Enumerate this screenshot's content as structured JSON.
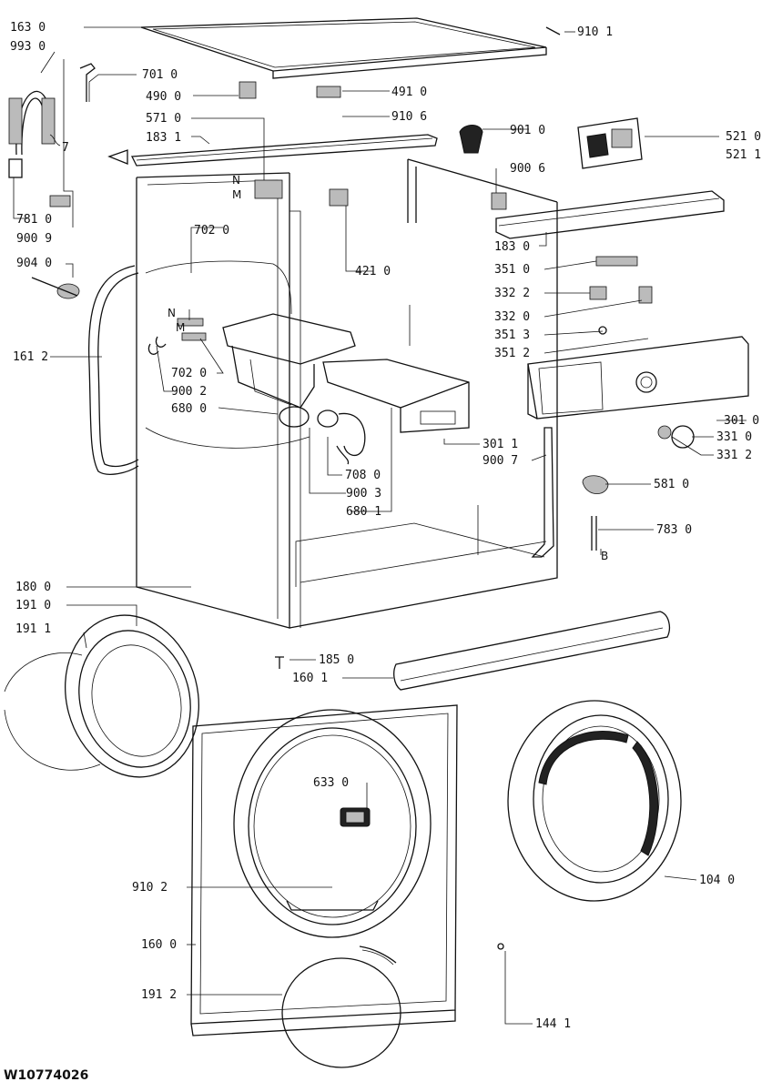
{
  "document_code": "W10774026",
  "callouts": [
    {
      "id": "p163-0",
      "text": "163 0"
    },
    {
      "id": "p993-0",
      "text": "993 0"
    },
    {
      "id": "p7",
      "text": "7"
    },
    {
      "id": "p781-0",
      "text": "781 0"
    },
    {
      "id": "p900-9",
      "text": "900 9"
    },
    {
      "id": "p904-0",
      "text": "904 0"
    },
    {
      "id": "p701-0",
      "text": "701 0"
    },
    {
      "id": "p490-0",
      "text": "490 0"
    },
    {
      "id": "p571-0",
      "text": "571 0"
    },
    {
      "id": "p183-1",
      "text": "183 1"
    },
    {
      "id": "p491-0",
      "text": "491 0"
    },
    {
      "id": "p910-6",
      "text": "910 6"
    },
    {
      "id": "p910-1",
      "text": "910 1"
    },
    {
      "id": "p901-0",
      "text": "901 0"
    },
    {
      "id": "p900-6",
      "text": "900 6"
    },
    {
      "id": "p521-0",
      "text": "521 0"
    },
    {
      "id": "p521-1",
      "text": "521 1"
    },
    {
      "id": "p183-0",
      "text": "183 0"
    },
    {
      "id": "p351-0",
      "text": "351 0"
    },
    {
      "id": "p332-2",
      "text": "332 2"
    },
    {
      "id": "p332-0",
      "text": "332 0"
    },
    {
      "id": "p351-3",
      "text": "351 3"
    },
    {
      "id": "p351-2",
      "text": "351 2"
    },
    {
      "id": "p421-0",
      "text": "421 0"
    },
    {
      "id": "p702-0a",
      "text": "702 0"
    },
    {
      "id": "p702-0b",
      "text": "702 0"
    },
    {
      "id": "p900-2",
      "text": "900 2"
    },
    {
      "id": "p680-0",
      "text": "680 0"
    },
    {
      "id": "p161-2",
      "text": "161 2"
    },
    {
      "id": "p301-0",
      "text": "301 0"
    },
    {
      "id": "p331-0",
      "text": "331 0"
    },
    {
      "id": "p331-2",
      "text": "331 2"
    },
    {
      "id": "p301-1",
      "text": "301 1"
    },
    {
      "id": "p900-7",
      "text": "900 7"
    },
    {
      "id": "p708-0",
      "text": "708 0"
    },
    {
      "id": "p900-3",
      "text": "900 3"
    },
    {
      "id": "p680-1",
      "text": "680 1"
    },
    {
      "id": "p581-0",
      "text": "581 0"
    },
    {
      "id": "p783-0",
      "text": "783 0"
    },
    {
      "id": "p180-0",
      "text": "180 0"
    },
    {
      "id": "p191-0",
      "text": "191 0"
    },
    {
      "id": "p191-1",
      "text": "191 1"
    },
    {
      "id": "p185-0",
      "text": "185 0"
    },
    {
      "id": "p160-1",
      "text": "160 1"
    },
    {
      "id": "p633-0",
      "text": "633 0"
    },
    {
      "id": "p910-2",
      "text": "910 2"
    },
    {
      "id": "p104-0",
      "text": "104 0"
    },
    {
      "id": "p160-0",
      "text": "160 0"
    },
    {
      "id": "p191-2",
      "text": "191 2"
    },
    {
      "id": "p144-1",
      "text": "144 1"
    }
  ],
  "markers": {
    "n_top": "N",
    "m_top": "M",
    "n_mid": "N",
    "m_mid": "M",
    "b": "B"
  }
}
